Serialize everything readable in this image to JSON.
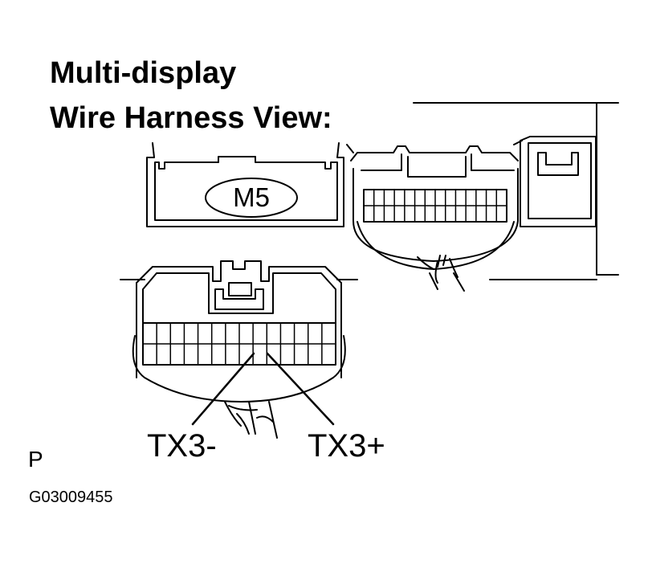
{
  "title": {
    "line1": "Multi-display",
    "line2": "Wire Harness View:"
  },
  "connector_label": "M5",
  "terminals": {
    "left": "TX3-",
    "right": "TX3+"
  },
  "corner_letter": "P",
  "figure_id": "G03009455"
}
